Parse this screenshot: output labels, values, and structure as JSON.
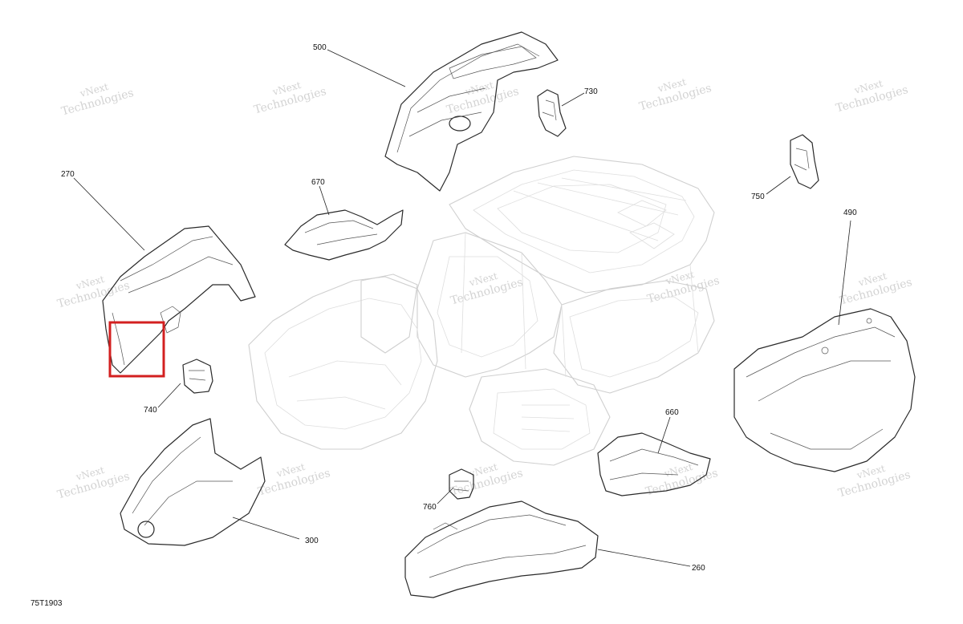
{
  "diagram": {
    "drawing_code": "75T1903",
    "callouts": [
      {
        "id": "500",
        "label": "500"
      },
      {
        "id": "730",
        "label": "730"
      },
      {
        "id": "750",
        "label": "750"
      },
      {
        "id": "490",
        "label": "490"
      },
      {
        "id": "270",
        "label": "270"
      },
      {
        "id": "670",
        "label": "670"
      },
      {
        "id": "740",
        "label": "740"
      },
      {
        "id": "660",
        "label": "660"
      },
      {
        "id": "760",
        "label": "760"
      },
      {
        "id": "300",
        "label": "300"
      },
      {
        "id": "260",
        "label": "260"
      }
    ],
    "watermark": {
      "line1": "vNext",
      "line2": "Technologies",
      "inline": "vNext Technologies"
    },
    "highlight_color": "#d32020"
  }
}
